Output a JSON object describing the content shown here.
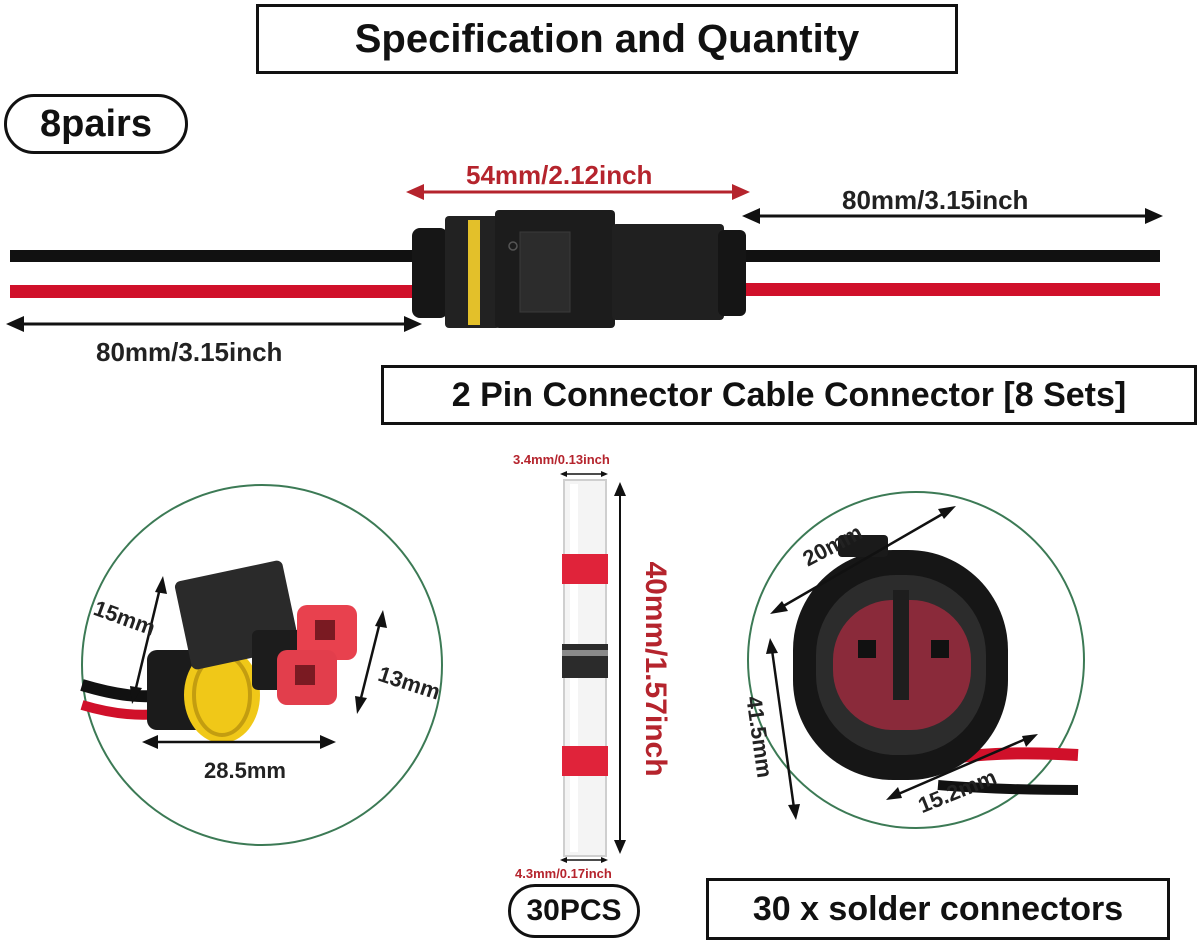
{
  "header": {
    "title": "Specification and Quantity"
  },
  "badges": {
    "pairs": "8pairs",
    "pcs": "30PCS"
  },
  "captions": {
    "connector_set": "2 Pin Connector Cable Connector [8 Sets]",
    "solder": "30 x solder connectors"
  },
  "cable": {
    "connector_length": "54mm/2.12inch",
    "right_wire_length": "80mm/3.15inch",
    "left_wire_length": "80mm/3.15inch"
  },
  "side_view": {
    "height": "15mm",
    "depth": "13mm",
    "length": "28.5mm"
  },
  "solder_sleeve": {
    "top_diameter": "3.4mm/0.13inch",
    "length": "40mm/1.57inch",
    "bottom_diameter": "4.3mm/0.17inch"
  },
  "front_view": {
    "width": "20mm",
    "height": "41.5mm",
    "inner": "15.2mm"
  },
  "colors": {
    "accent_red": "#b5242d",
    "wire_red": "#d0102a",
    "wire_black": "#111111",
    "circle_border": "#3c7a55"
  }
}
